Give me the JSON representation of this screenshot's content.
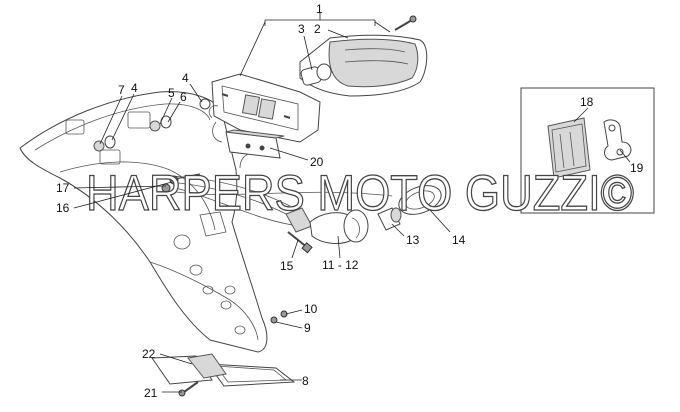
{
  "watermark": "HARPERS MOTO GUZZI©",
  "callouts": {
    "c1": "1",
    "c2": "2",
    "c3": "3",
    "c4a": "4",
    "c4b": "4",
    "c5": "5",
    "c6": "6",
    "c7": "7",
    "c8": "8",
    "c9": "9",
    "c10": "10",
    "c11_12": "11 - 12",
    "c13": "13",
    "c14": "14",
    "c15": "15",
    "c16": "16",
    "c17": "17",
    "c18": "18",
    "c19": "19",
    "c20": "20",
    "c21": "21",
    "c22": "22"
  }
}
